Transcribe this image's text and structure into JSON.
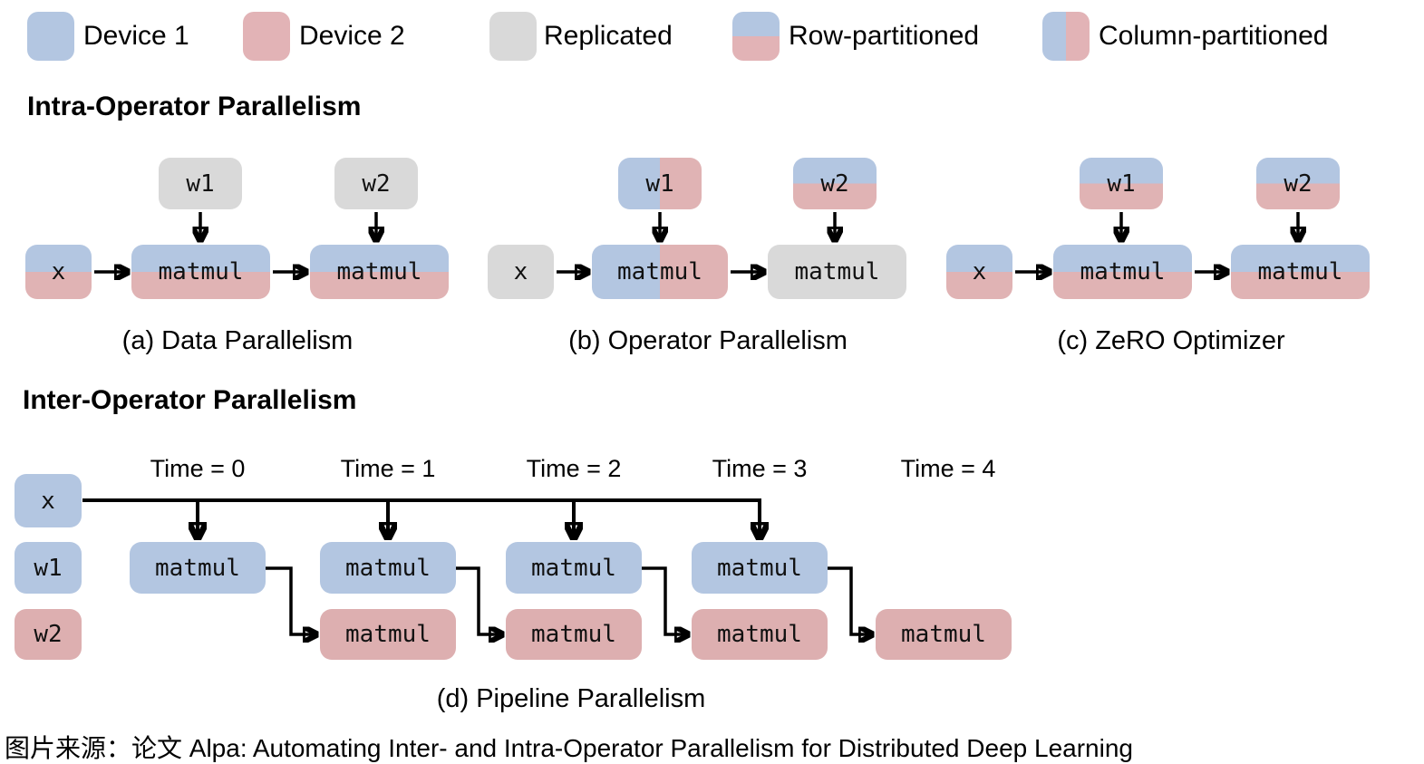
{
  "legend": {
    "items": [
      {
        "id": "device1",
        "label": "Device 1",
        "swatch": "blue"
      },
      {
        "id": "device2",
        "label": "Device 2",
        "swatch": "pink"
      },
      {
        "id": "replicated",
        "label": "Replicated",
        "swatch": "gray"
      },
      {
        "id": "row-partitioned",
        "label": "Row-partitioned",
        "swatch": "row-split"
      },
      {
        "id": "column-partitioned",
        "label": "Column-partitioned",
        "swatch": "column-split"
      }
    ]
  },
  "headings": {
    "intra": "Intra-Operator Parallelism",
    "inter": "Inter-Operator Parallelism"
  },
  "colors": {
    "device1_blue": "#b3c6e1",
    "device2_pink": "#e0b3b4",
    "replicated_gray": "#d9d9d9",
    "arrow_black": "#000000",
    "background": "#ffffff"
  },
  "diagrams": {
    "a": {
      "caption": "(a) Data Parallelism",
      "nodes": [
        {
          "id": "w1",
          "label": "w1",
          "fill": "replicated"
        },
        {
          "id": "w2",
          "label": "w2",
          "fill": "replicated"
        },
        {
          "id": "x",
          "label": "x",
          "fill": "row-partitioned"
        },
        {
          "id": "matmul1",
          "label": "matmul",
          "fill": "row-partitioned"
        },
        {
          "id": "matmul2",
          "label": "matmul",
          "fill": "row-partitioned"
        }
      ]
    },
    "b": {
      "caption": "(b) Operator Parallelism",
      "nodes": [
        {
          "id": "w1",
          "label": "w1",
          "fill": "column-partitioned"
        },
        {
          "id": "w2",
          "label": "w2",
          "fill": "row-partitioned"
        },
        {
          "id": "x",
          "label": "x",
          "fill": "replicated"
        },
        {
          "id": "matmul1",
          "label": "matmul",
          "fill": "column-partitioned"
        },
        {
          "id": "matmul2",
          "label": "matmul",
          "fill": "replicated"
        }
      ]
    },
    "c": {
      "caption": "(c) ZeRO Optimizer",
      "nodes": [
        {
          "id": "w1",
          "label": "w1",
          "fill": "row-partitioned"
        },
        {
          "id": "w2",
          "label": "w2",
          "fill": "row-partitioned"
        },
        {
          "id": "x",
          "label": "x",
          "fill": "row-partitioned"
        },
        {
          "id": "matmul1",
          "label": "matmul",
          "fill": "row-partitioned"
        },
        {
          "id": "matmul2",
          "label": "matmul",
          "fill": "row-partitioned"
        }
      ]
    },
    "d": {
      "caption": "(d) Pipeline Parallelism",
      "time_labels": [
        "Time = 0",
        "Time = 1",
        "Time = 2",
        "Time = 3",
        "Time = 4"
      ],
      "nodes": [
        {
          "id": "x",
          "label": "x",
          "fill": "device1"
        },
        {
          "id": "w1",
          "label": "w1",
          "fill": "device1"
        },
        {
          "id": "w2",
          "label": "w2",
          "fill": "device2"
        }
      ],
      "stage1_row": [
        "matmul",
        "matmul",
        "matmul",
        "matmul"
      ],
      "stage2_row": [
        "matmul",
        "matmul",
        "matmul",
        "matmul"
      ]
    }
  },
  "source_note": "图片来源：论文 Alpa: Automating Inter- and Intra-Operator Parallelism for Distributed Deep Learning"
}
